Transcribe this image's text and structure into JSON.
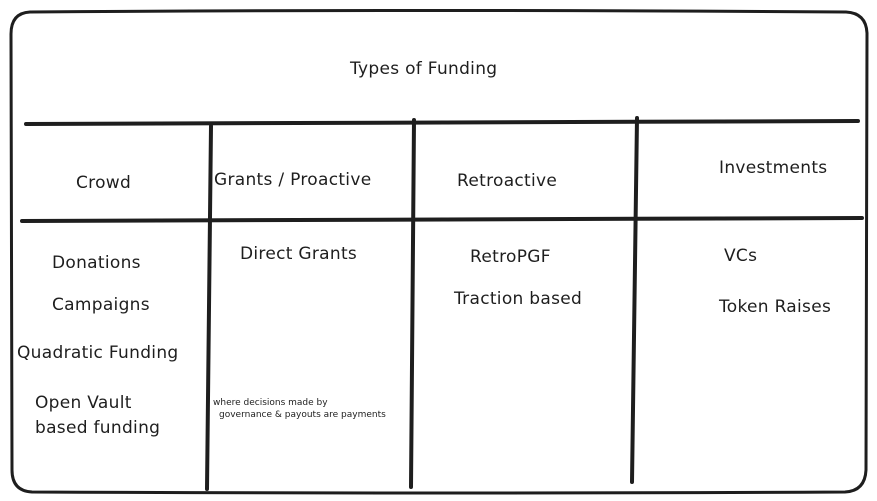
{
  "title": "Types of Funding",
  "columns": [
    {
      "header": "Crowd",
      "items": [
        "Donations",
        "Campaigns",
        "Quadratic Funding",
        "Open Vault\nbased funding"
      ]
    },
    {
      "header": "Grants / Proactive",
      "items": [
        "Direct Grants"
      ],
      "note": [
        "where decisions made by",
        "governance & payouts are payments"
      ]
    },
    {
      "header": "Retroactive",
      "items": [
        "RetroPGF",
        "Traction based"
      ]
    },
    {
      "header": "Investments",
      "items": [
        "VCs",
        "Token Raises"
      ]
    }
  ],
  "colors": {
    "ink": "#1e1e1e",
    "background": "#ffffff"
  }
}
